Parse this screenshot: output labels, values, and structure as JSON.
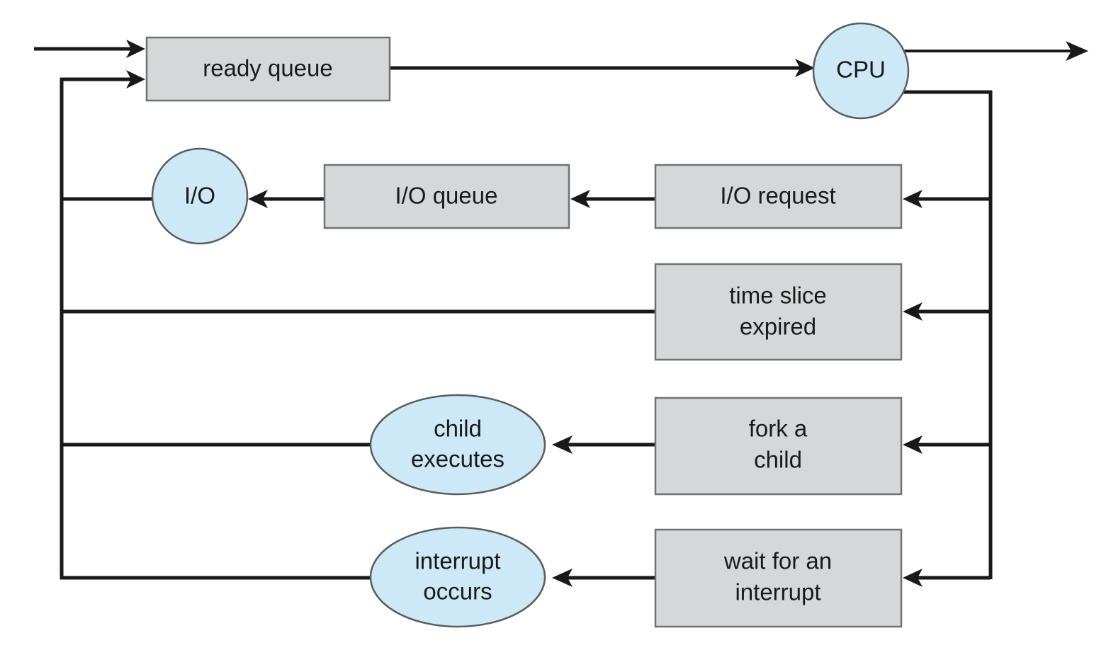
{
  "diagram": {
    "title": "Process state / queueing diagram for process scheduling",
    "colors": {
      "box_fill": "#d5d7d8",
      "box_stroke": "#6f7173",
      "ellipse_fill": "#cde8f6",
      "ellipse_stroke": "#5a5c5e",
      "edge": "#191919",
      "background": "#ffffff",
      "text": "#1a1a1a"
    },
    "nodes": {
      "ready_queue": {
        "label": "ready queue",
        "shape": "rect"
      },
      "cpu": {
        "label": "CPU",
        "shape": "circle"
      },
      "io": {
        "label": "I/O",
        "shape": "circle"
      },
      "io_queue": {
        "label": "I/O queue",
        "shape": "rect"
      },
      "io_request": {
        "label": "I/O request",
        "shape": "rect"
      },
      "time_slice_expired": {
        "label_line1": "time slice",
        "label_line2": "expired",
        "shape": "rect"
      },
      "child_executes": {
        "label_line1": "child",
        "label_line2": "executes",
        "shape": "ellipse"
      },
      "fork_a_child": {
        "label_line1": "fork a",
        "label_line2": "child",
        "shape": "rect"
      },
      "interrupt_occurs": {
        "label_line1": "interrupt",
        "label_line2": "occurs",
        "shape": "ellipse"
      },
      "wait_for_an_interrupt": {
        "label_line1": "wait for an",
        "label_line2": "interrupt",
        "shape": "rect"
      }
    },
    "edges": [
      {
        "name": "entry-into-ready-queue",
        "from": "external-entry",
        "to": "ready_queue",
        "arrow": true
      },
      {
        "name": "ready-queue-to-cpu",
        "from": "ready_queue",
        "to": "cpu",
        "arrow": true
      },
      {
        "name": "cpu-to-exit",
        "from": "cpu",
        "to": "external-exit",
        "arrow": true
      },
      {
        "name": "cpu-to-io-request",
        "from": "cpu",
        "to": "io_request",
        "arrow": true
      },
      {
        "name": "io-request-to-io-queue",
        "from": "io_request",
        "to": "io_queue",
        "arrow": true
      },
      {
        "name": "io-queue-to-io",
        "from": "io_queue",
        "to": "io",
        "arrow": true
      },
      {
        "name": "io-to-ready-queue",
        "from": "io",
        "to": "ready_queue",
        "arrow": true
      },
      {
        "name": "cpu-to-time-slice-expired",
        "from": "cpu",
        "to": "time_slice_expired",
        "arrow": true
      },
      {
        "name": "time-slice-expired-to-ready-queue",
        "from": "time_slice_expired",
        "to": "ready_queue",
        "arrow": true
      },
      {
        "name": "cpu-to-fork-a-child",
        "from": "cpu",
        "to": "fork_a_child",
        "arrow": true
      },
      {
        "name": "fork-a-child-to-child-executes",
        "from": "fork_a_child",
        "to": "child_executes",
        "arrow": true
      },
      {
        "name": "child-executes-to-ready-queue",
        "from": "child_executes",
        "to": "ready_queue",
        "arrow": true
      },
      {
        "name": "cpu-to-wait-for-an-interrupt",
        "from": "cpu",
        "to": "wait_for_an_interrupt",
        "arrow": true
      },
      {
        "name": "wait-for-an-interrupt-to-interrupt-occurs",
        "from": "wait_for_an_interrupt",
        "to": "interrupt_occurs",
        "arrow": true
      },
      {
        "name": "interrupt-occurs-to-ready-queue",
        "from": "interrupt_occurs",
        "to": "ready_queue",
        "arrow": true
      }
    ]
  }
}
